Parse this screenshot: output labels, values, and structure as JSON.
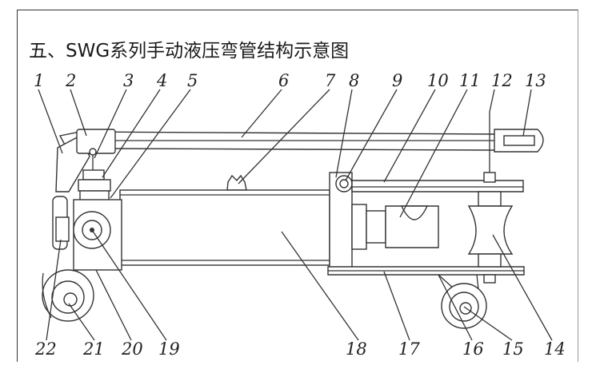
{
  "title": "五、SWG系列手动液压弯管结构示意图",
  "top_labels": [
    "1",
    "2",
    "3",
    "4",
    "5",
    "6",
    "7",
    "8",
    "9",
    "10",
    "11",
    "12",
    "13"
  ],
  "bottom_labels": [
    "22",
    "21",
    "20",
    "19",
    "18",
    "17",
    "16",
    "15",
    "14"
  ]
}
